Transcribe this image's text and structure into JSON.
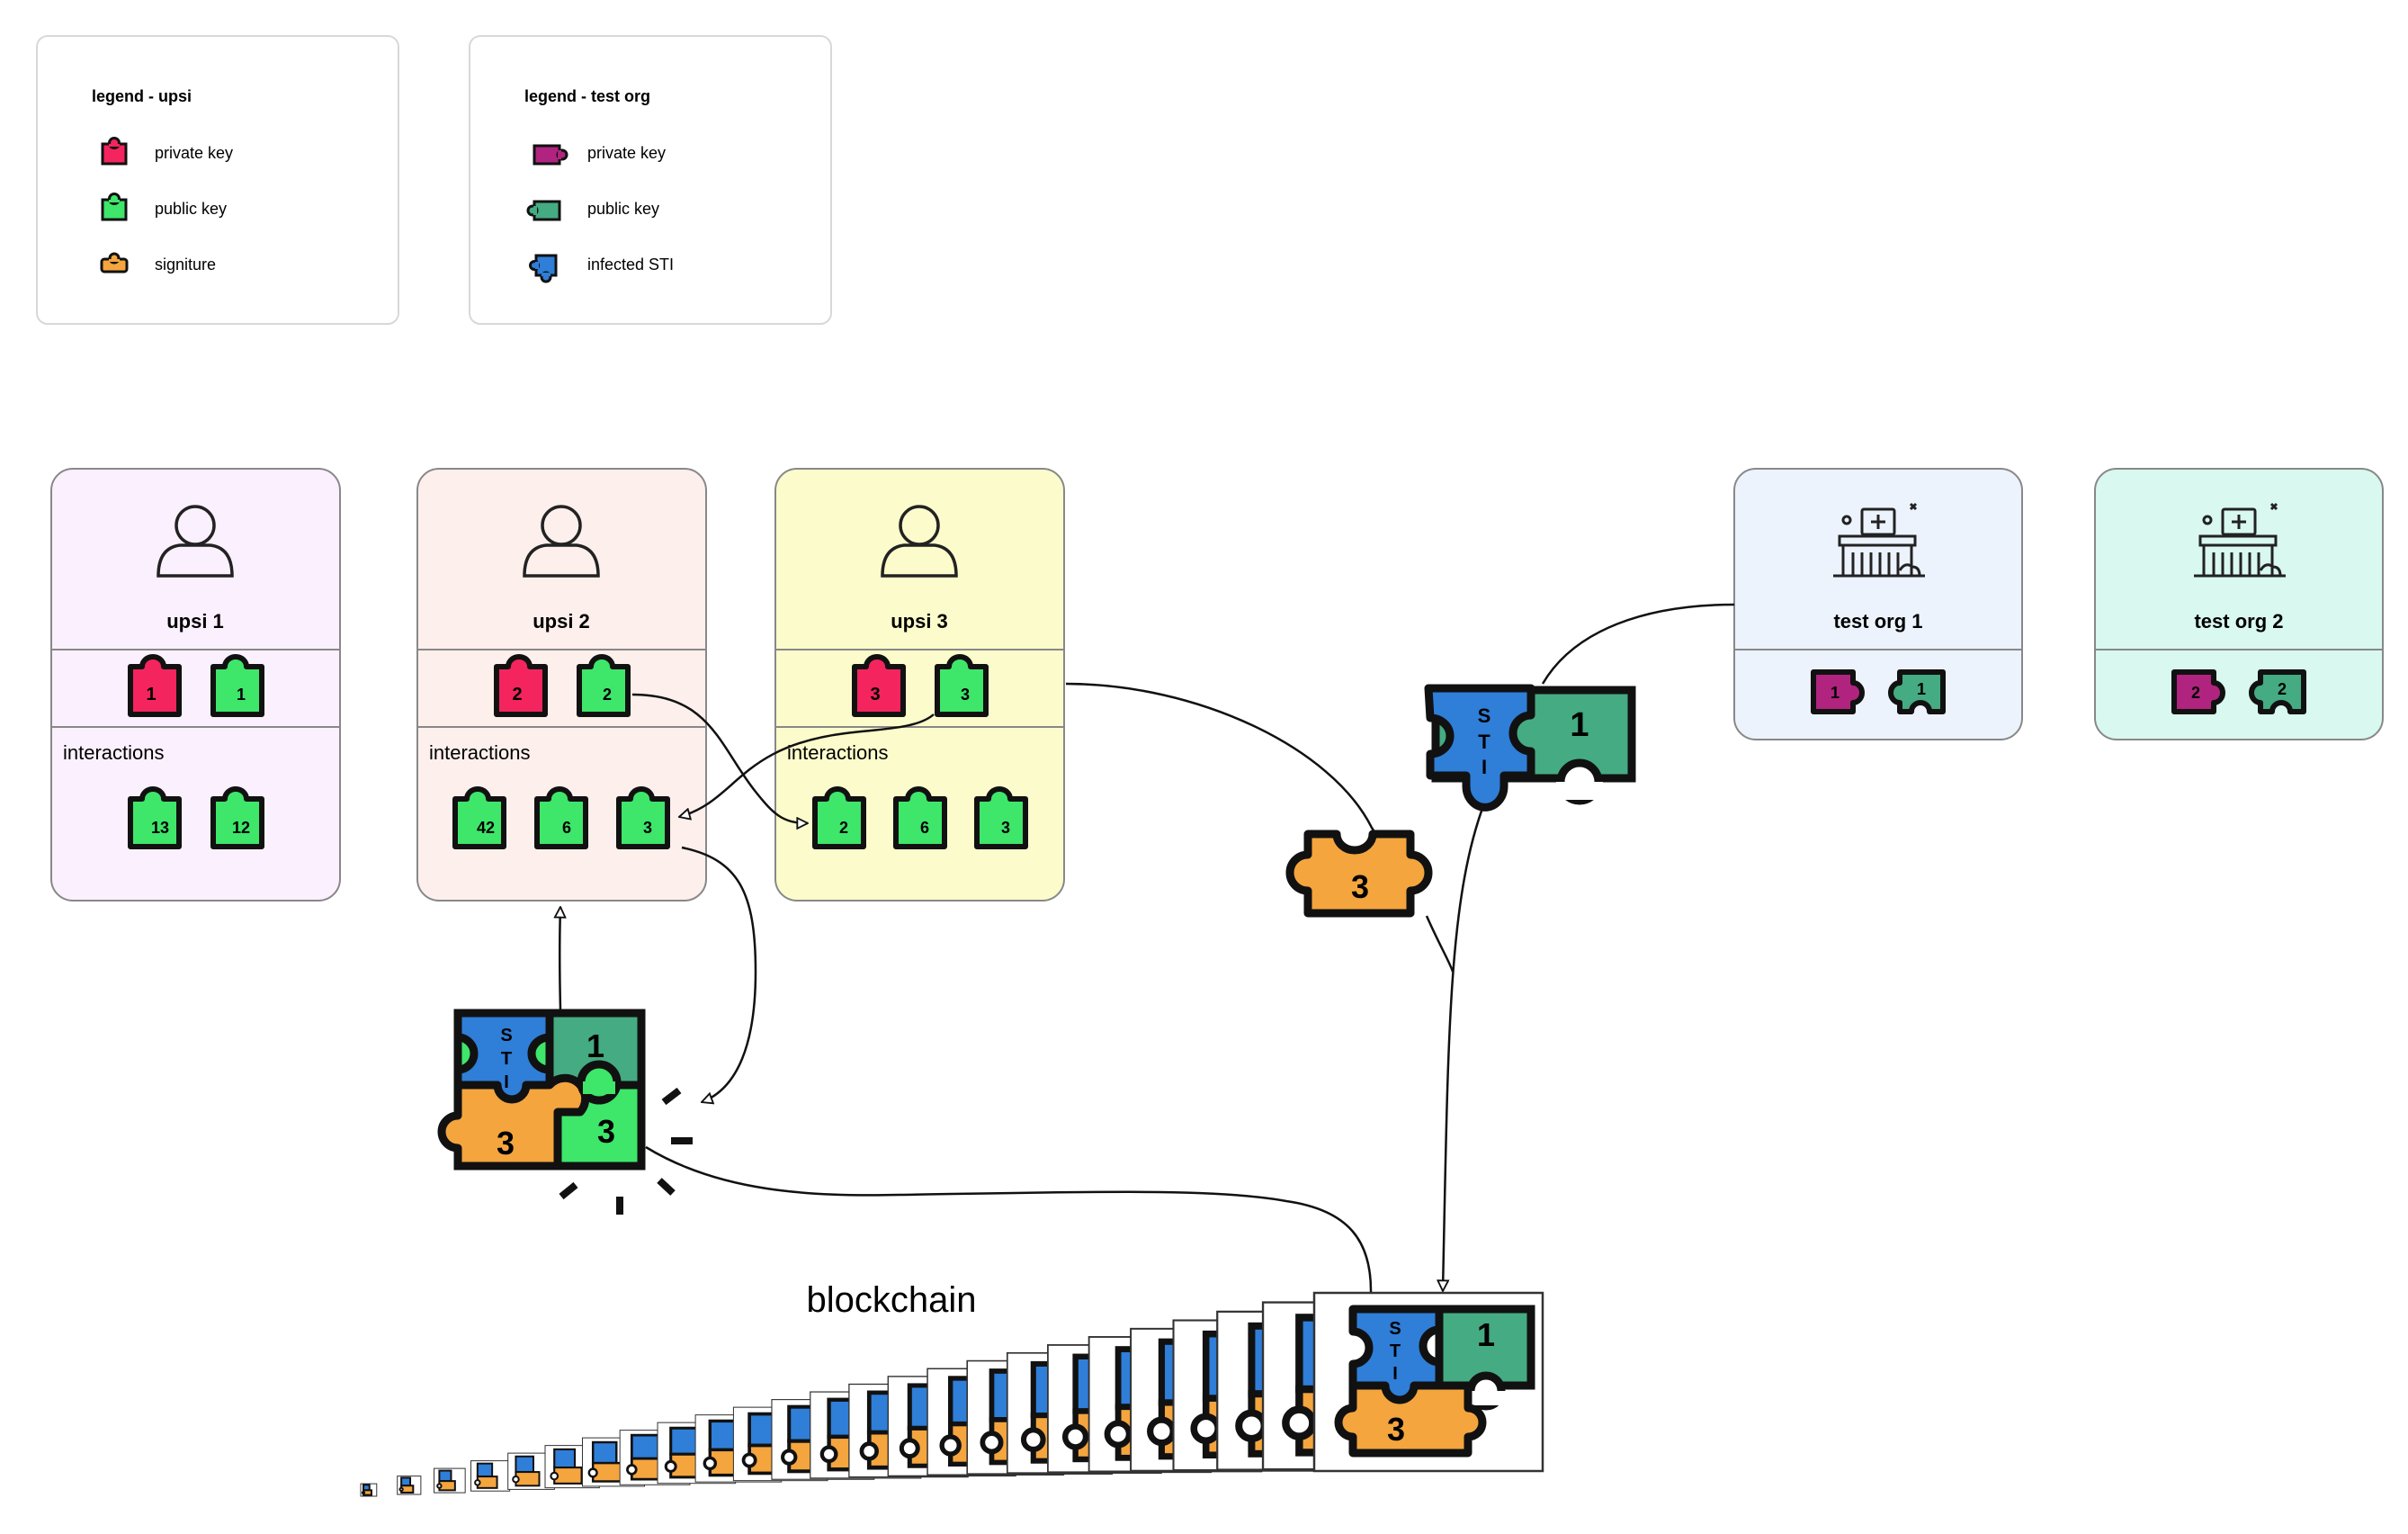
{
  "colors": {
    "upsi_private_key": "#f4245e",
    "upsi_public_key": "#3ee66a",
    "signature": "#f4a53e",
    "org_private_key": "#b0247f",
    "org_public_key": "#45ab82",
    "infected_sti": "#2f7ed8",
    "card_upsi_1": "#fbf0fd",
    "card_upsi_2": "#fcefec",
    "card_upsi_3": "#fcfbcb",
    "card_test_org_1": "#ecf3fd",
    "card_test_org_2": "#d8f8f0",
    "stroke": "#111111"
  },
  "legends": [
    {
      "title": "legend - upsi",
      "items": [
        {
          "label": "private key",
          "icon": "puzzle-piece-icon",
          "color": "#f4245e"
        },
        {
          "label": "public key",
          "icon": "puzzle-piece-icon",
          "color": "#3ee66a"
        },
        {
          "label": "signiture",
          "icon": "puzzle-piece-icon",
          "color": "#f4a53e"
        }
      ]
    },
    {
      "title": "legend - test org",
      "items": [
        {
          "label": "private key",
          "icon": "puzzle-piece-icon",
          "color": "#b0247f"
        },
        {
          "label": "public key",
          "icon": "puzzle-piece-icon",
          "color": "#45ab82"
        },
        {
          "label": "infected STI",
          "icon": "puzzle-piece-icon",
          "color": "#2f7ed8"
        }
      ]
    }
  ],
  "upsi_cards": [
    {
      "name": "upsi 1",
      "icon": "user-icon",
      "private_key": "1",
      "public_key": "1",
      "section_label": "interactions",
      "interactions": [
        "13",
        "12"
      ]
    },
    {
      "name": "upsi 2",
      "icon": "user-icon",
      "private_key": "2",
      "public_key": "2",
      "section_label": "interactions",
      "interactions": [
        "42",
        "6",
        "3"
      ]
    },
    {
      "name": "upsi 3",
      "icon": "user-icon",
      "private_key": "3",
      "public_key": "3",
      "section_label": "interactions",
      "interactions": [
        "2",
        "6",
        "3"
      ]
    }
  ],
  "org_cards": [
    {
      "name": "test org 1",
      "icon": "hospital-icon",
      "private_key": "1",
      "public_key": "1"
    },
    {
      "name": "test org 2",
      "icon": "hospital-icon",
      "private_key": "2",
      "public_key": "2"
    }
  ],
  "sti_piece": {
    "sti_letters": [
      "S",
      "T",
      "I"
    ],
    "org_key": "1",
    "signature": "3"
  },
  "combined_block": {
    "sti_letters": [
      "S",
      "T",
      "I"
    ],
    "org_key": "1",
    "signature": "3",
    "public_key": "3"
  },
  "blockchain": {
    "label": "blockchain",
    "head_block": {
      "sti_letters": [
        "S",
        "T",
        "I"
      ],
      "org_key": "1",
      "signature": "3"
    }
  }
}
